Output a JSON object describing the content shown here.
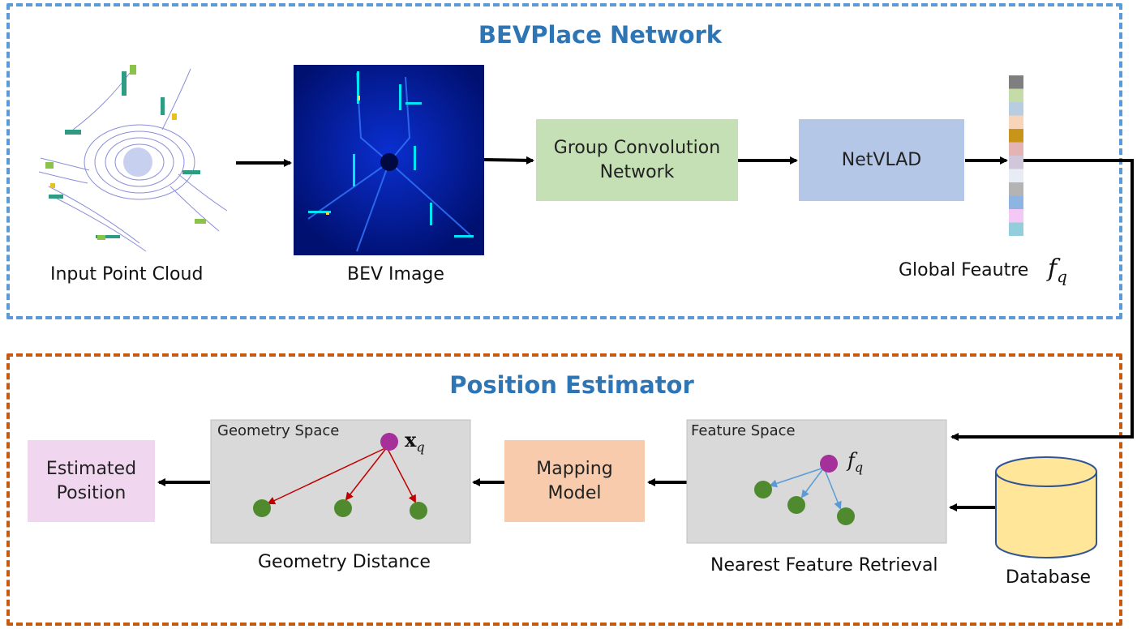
{
  "bev_network": {
    "title": "BEVPlace Network",
    "input_label": "Input Point Cloud",
    "bev_label": "BEV Image",
    "gcn_label_line1": "Group Convolution",
    "gcn_label_line2": "Network",
    "netvlad_label": "NetVLAD",
    "global_feature_label": "Global Feautre",
    "global_feature_symbol": "f",
    "global_feature_subscript": "q",
    "feature_colors": [
      "#7f7f7f",
      "#c5dca8",
      "#b8cde0",
      "#f8d4b8",
      "#c8951a",
      "#e4b4b4",
      "#d0c8da",
      "#e8ecf4",
      "#b4b4b4",
      "#8eb4e2",
      "#f4c8f4",
      "#92cedc"
    ]
  },
  "position_estimator": {
    "title": "Position Estimator",
    "estimated_line1": "Estimated",
    "estimated_line2": "Position",
    "geometry_space_title": "Geometry Space",
    "geometry_symbol": "x",
    "geometry_subscript": "q",
    "geometry_caption": "Geometry Distance",
    "mapping_line1": "Mapping",
    "mapping_line2": "Model",
    "feature_space_title": "Feature Space",
    "feature_symbol": "f",
    "feature_subscript": "q",
    "feature_caption": "Nearest Feature Retrieval",
    "database_label": "Database"
  },
  "colors": {
    "blue_frame": "#5b9bd5",
    "orange_frame": "#c55a11",
    "title_blue": "#2e75b6",
    "gcn_fill": "#c5e0b4",
    "netvlad_fill": "#b4c7e7",
    "mapping_fill": "#f8cbad",
    "estimated_fill": "#f0d6ee",
    "space_fill": "#d9d9d9",
    "query_dot": "#a5309a",
    "neighbor_dot": "#4f8a2e",
    "database_fill": "#ffe699"
  }
}
